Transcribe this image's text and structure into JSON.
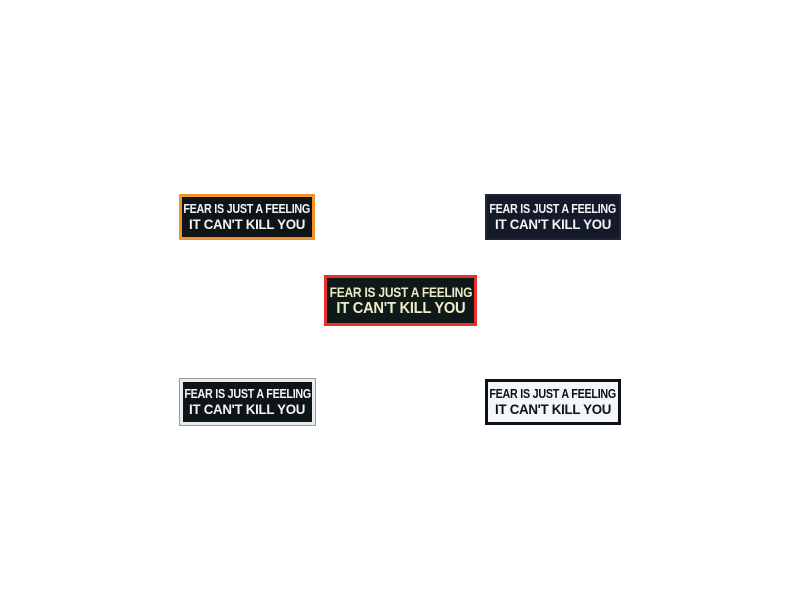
{
  "patches": [
    {
      "variant": "orange-border",
      "border_color": "#f2922a",
      "line1": "FEAR IS JUST A FEELING",
      "line2": "IT CAN'T KILL YOU"
    },
    {
      "variant": "navy",
      "border_color": "#1f2638",
      "line1": "FEAR IS JUST A FEELING",
      "line2": "IT CAN'T KILL YOU"
    },
    {
      "variant": "red-border",
      "border_color": "#e8302a",
      "line1": "FEAR IS JUST A FEELING",
      "line2": "IT CAN'T KILL YOU"
    },
    {
      "variant": "white-border",
      "border_color": "#e8ecec",
      "line1": "FEAR IS JUST A FEELING",
      "line2": "IT CAN'T KILL YOU"
    },
    {
      "variant": "white-background",
      "border_color": "#0d1018",
      "line1": "FEAR IS JUST A FEELING",
      "line2": "IT CAN'T KILL YOU"
    }
  ]
}
